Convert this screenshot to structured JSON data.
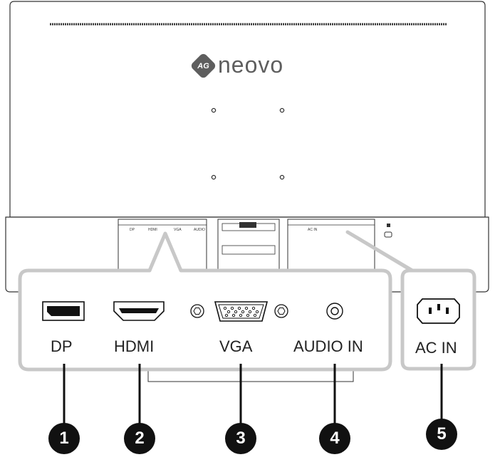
{
  "brand": {
    "logo_letters": "AG",
    "name": "neovo"
  },
  "rear_panel_labels": {
    "dp": "DP",
    "hdmi": "HDMI",
    "vga": "VGA",
    "audio": "AUDIO",
    "ac_in": "AC IN"
  },
  "ports": [
    {
      "number": "1",
      "label": "DP",
      "icon": "displayport-icon"
    },
    {
      "number": "2",
      "label": "HDMI",
      "icon": "hdmi-icon"
    },
    {
      "number": "3",
      "label": "VGA",
      "icon": "vga-icon"
    },
    {
      "number": "4",
      "label": "AUDIO IN",
      "icon": "audio-jack-icon"
    },
    {
      "number": "5",
      "label": "AC IN",
      "icon": "ac-power-icon"
    }
  ],
  "colors": {
    "callout_border": "#c8c8c8",
    "callout_fill": "#ffffff",
    "number_badge": "#111111",
    "logo": "#5e5e5e"
  }
}
